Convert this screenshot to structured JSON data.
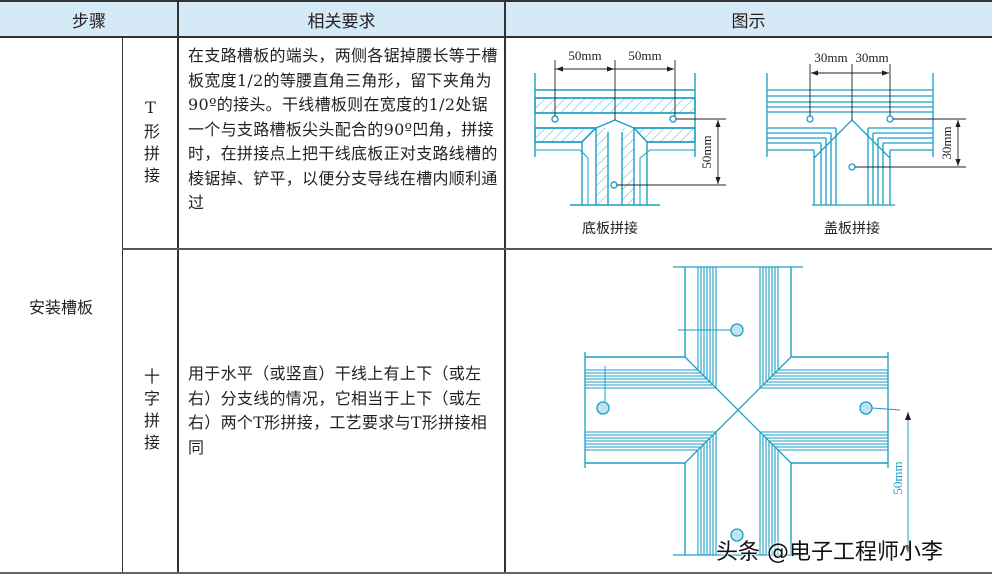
{
  "header": {
    "step": "步骤",
    "requirement": "相关要求",
    "illustration": "图示"
  },
  "step": "安装槽板",
  "rows": [
    {
      "type": "T形拼接",
      "requirement": "在支路槽板的端头，两侧各锯掉腰长等于槽板宽度1/2的等腰直角三角形，留下夹角为90º的接头。干线槽板则在宽度的1/2处锯一个与支路槽板尖头配合的90º凹角，拼接时，在拼接点上把干线底板正对支路线槽的棱锯掉、铲平，以便分支导线在槽内顺利通过",
      "figures": [
        {
          "caption": "底板拼接",
          "dim_h": "50mm",
          "dim_v": "50mm"
        },
        {
          "caption": "盖板拼接",
          "dim_h": "30mm",
          "dim_v": "30mm"
        }
      ]
    },
    {
      "type": "十字拼接",
      "requirement": "用于水平（或竖直）干线上有上下（或左右）分支线的情况，它相当于上下（或左右）两个T形拼接，工艺要求与T形拼接相同",
      "figures": [
        {
          "dim_v": "50mm"
        }
      ]
    }
  ],
  "watermark": "头条 @电子工程师小李",
  "colors": {
    "header_bg": "#d5eaf6",
    "diagram": "#1a9fc6"
  }
}
